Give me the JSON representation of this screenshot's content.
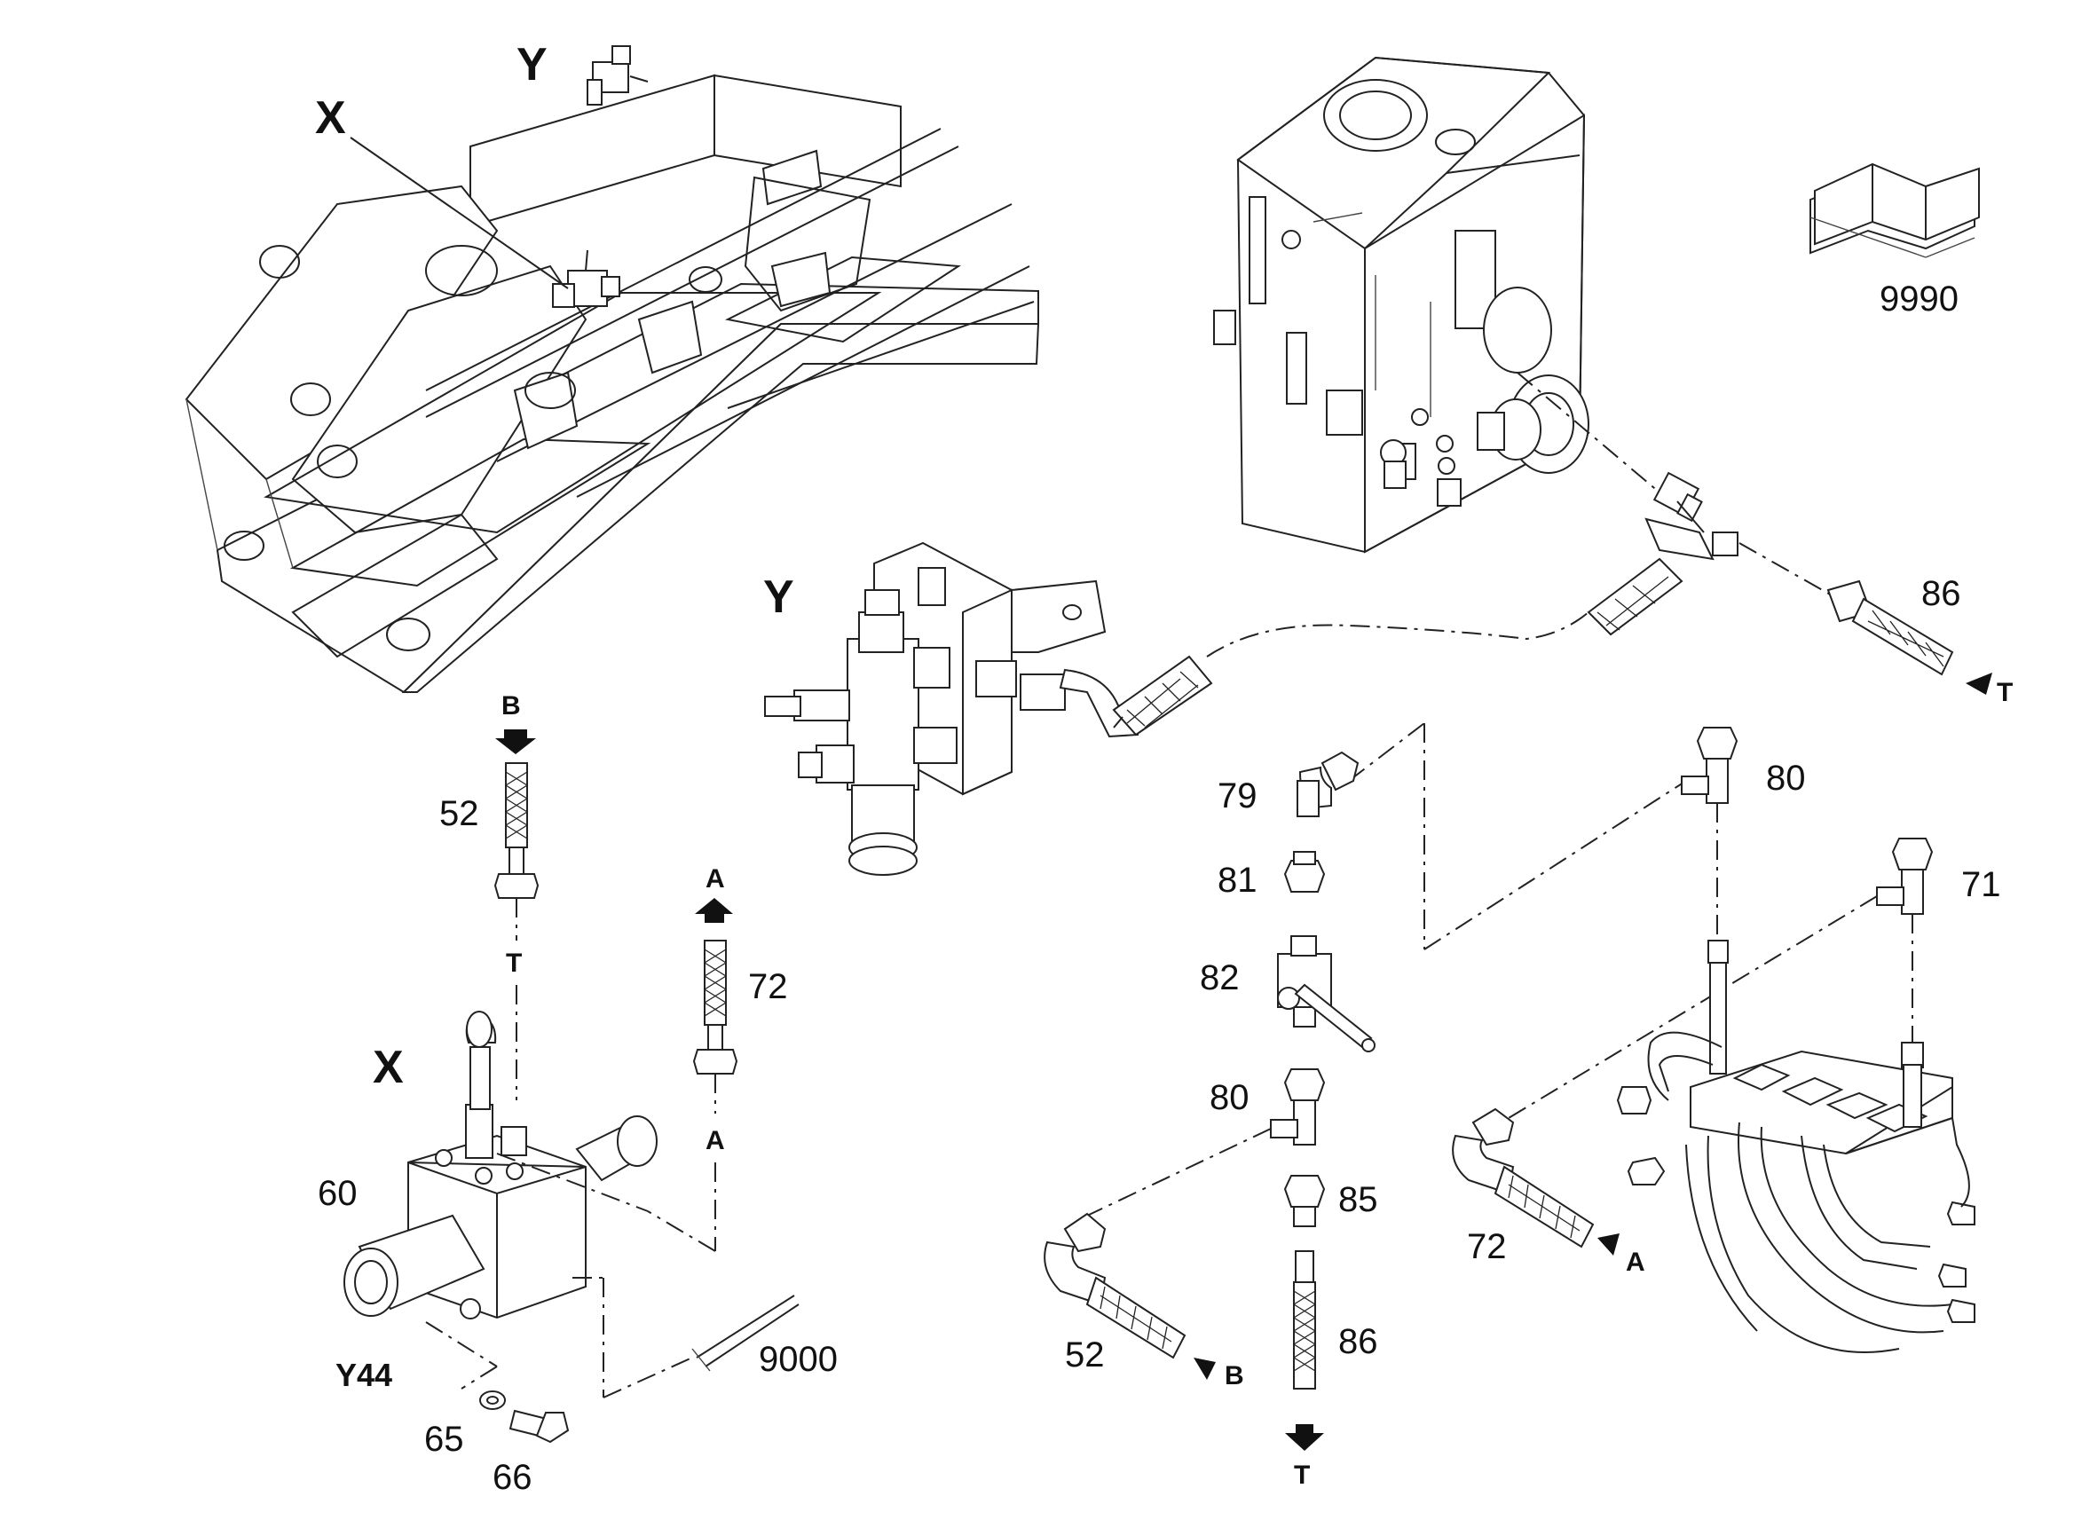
{
  "labels": {
    "frame_y": "Y",
    "frame_x": "X",
    "detail_y": "Y",
    "detail_x": "X",
    "book": "9990",
    "part_86_top": "86",
    "port_t_top": "T",
    "port_b_52": "B",
    "part_52_left": "52",
    "port_t_52": "T",
    "port_a_72_top": "A",
    "part_72_left": "72",
    "port_a_72_bottom": "A",
    "part_60": "60",
    "valve_y44": "Y44",
    "part_65": "65",
    "part_66": "66",
    "part_9000": "9000",
    "part_79": "79",
    "part_81": "81",
    "part_82": "82",
    "part_80_mid": "80",
    "part_85": "85",
    "part_86_mid": "86",
    "port_t_86": "T",
    "part_52_bottom": "52",
    "port_b_52_bottom": "B",
    "part_80_right": "80",
    "part_71": "71",
    "part_72_right": "72",
    "port_a_72_right": "A"
  },
  "colors": {
    "line": "#222222",
    "background": "#ffffff"
  }
}
